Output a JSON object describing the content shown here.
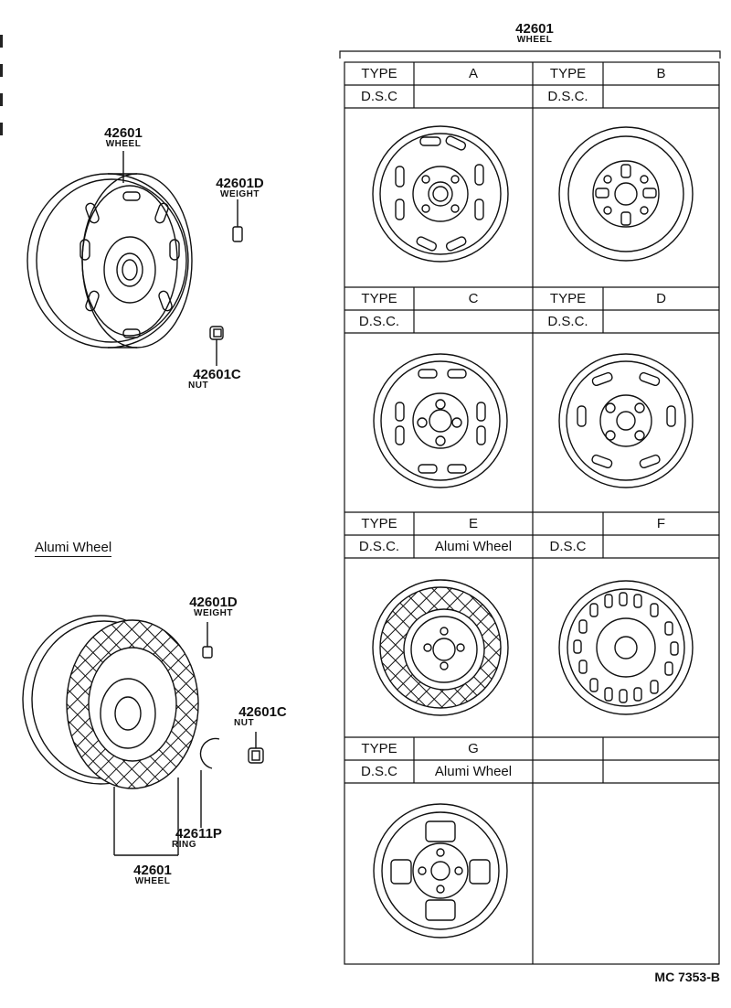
{
  "left_top": {
    "wheel": {
      "number": "42601",
      "name": "WHEEL"
    },
    "weight": {
      "number": "42601D",
      "name": "WEIGHT"
    },
    "nut": {
      "number": "42601C",
      "name": "NUT"
    }
  },
  "left_bottom": {
    "heading": "Alumi Wheel",
    "weight": {
      "number": "42601D",
      "name": "WEIGHT"
    },
    "nut": {
      "number": "42601C",
      "name": "NUT"
    },
    "ring": {
      "number": "42611P",
      "name": "RING"
    },
    "wheel": {
      "number": "42601",
      "name": "WHEEL"
    }
  },
  "table": {
    "header": {
      "number": "42601",
      "name": "WHEEL"
    },
    "rows": [
      {
        "left": {
          "type_label": "TYPE",
          "type": "A",
          "dsc_label": "D.S.C",
          "dsc": ""
        },
        "right": {
          "type_label": "TYPE",
          "type": "B",
          "dsc_label": "D.S.C.",
          "dsc": ""
        }
      },
      {
        "left": {
          "type_label": "TYPE",
          "type": "C",
          "dsc_label": "D.S.C.",
          "dsc": ""
        },
        "right": {
          "type_label": "TYPE",
          "type": "D",
          "dsc_label": "D.S.C.",
          "dsc": ""
        }
      },
      {
        "left": {
          "type_label": "TYPE",
          "type": "E",
          "dsc_label": "D.S.C.",
          "dsc": "Alumi Wheel"
        },
        "right": {
          "type_label": "",
          "type": "F",
          "dsc_label": "D.S.C",
          "dsc": ""
        }
      },
      {
        "left": {
          "type_label": "TYPE",
          "type": "G",
          "dsc_label": "D.S.C",
          "dsc": "Alumi Wheel"
        },
        "right": {
          "type_label": "",
          "type": "",
          "dsc_label": "",
          "dsc": ""
        }
      }
    ]
  },
  "footer": "MC 7353-B"
}
